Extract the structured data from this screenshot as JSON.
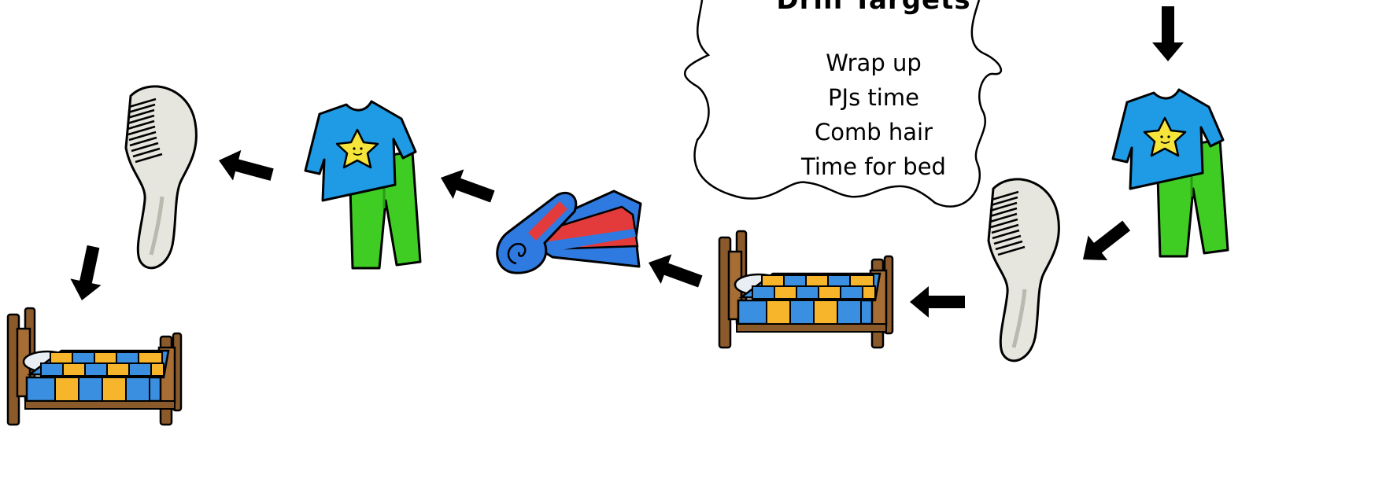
{
  "card": {
    "title": "Drill Targets",
    "lines": [
      "Wrap up",
      "PJs time",
      "Comb hair",
      "Time for bed"
    ]
  },
  "icons": [
    "comb-icon",
    "bed-icon",
    "pajamas-icon",
    "sleeping-mat-icon",
    "arrow-icon"
  ],
  "colors": {
    "shirt": "#1e9be4",
    "pants": "#3fcd23",
    "star": "#f5e43a",
    "comb": "#e6e6df",
    "bed_wood": "#8a5a2b",
    "quilt_blue": "#3b8fe0",
    "quilt_yellow": "#f6b52a",
    "mat_blue": "#2f7ae0",
    "mat_red": "#e33b3b",
    "arrow": "#000000"
  }
}
